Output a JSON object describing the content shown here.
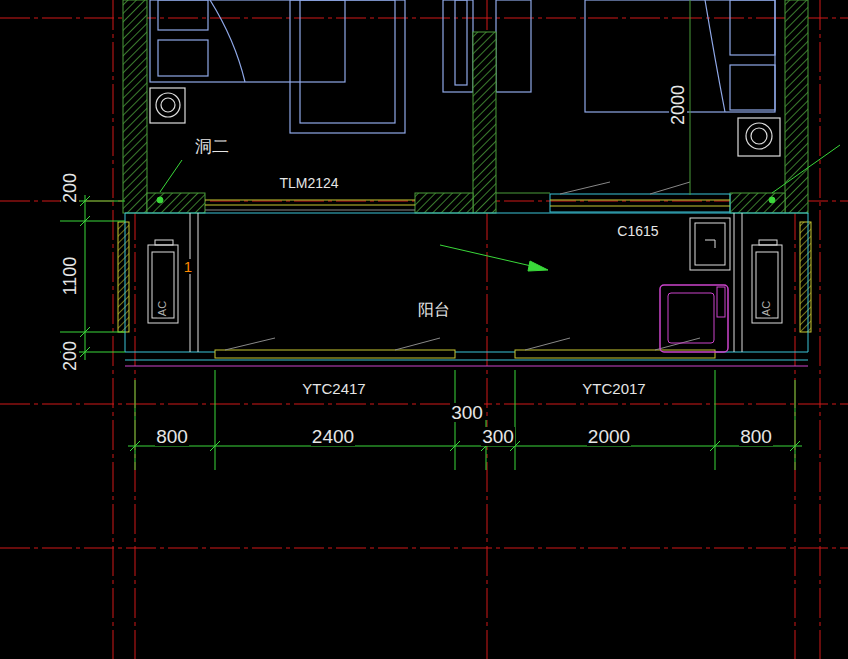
{
  "diagram": {
    "labels": [
      "洞二",
      "2000",
      "TLM2124",
      "200",
      "C1615",
      "1100",
      "1",
      "AC",
      "阳台",
      "AC",
      "200",
      "YTC2417",
      "YTC2017",
      "300",
      "800",
      "2400",
      "300",
      "2000",
      "800"
    ]
  }
}
